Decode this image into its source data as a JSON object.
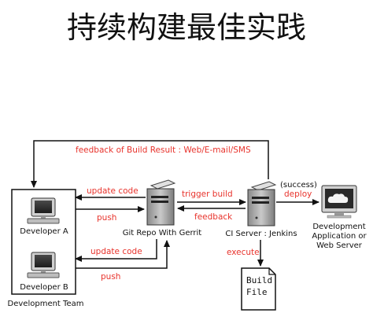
{
  "title": "持续构建最佳实践",
  "nodes": {
    "developer_a": "Developer A",
    "developer_b": "Developer B",
    "team": "Development Team",
    "git_repo": "Git Repo With Gerrit",
    "ci_server": "CI Server : Jenkins",
    "build_file_line1": "Build",
    "build_file_line2": "File",
    "dev_server_line1": "Development",
    "dev_server_line2": "Application or",
    "dev_server_line3": "Web Server"
  },
  "edges": {
    "feedback_result": "feedback of Build Result : Web/E-mail/SMS",
    "update_code_a": "update code",
    "push_a": "push",
    "update_code_b": "update code",
    "push_b": "push",
    "trigger_build": "trigger build",
    "feedback": "feedback",
    "success": "(success)",
    "deploy": "deploy",
    "execute": "execute"
  },
  "colors": {
    "edge_label": "#e8332c",
    "line": "#111111"
  },
  "icons": {
    "developer": "desktop-computer-icon",
    "server": "tower-server-icon",
    "cloud_monitor": "cloud-monitor-icon",
    "file": "document-icon"
  }
}
